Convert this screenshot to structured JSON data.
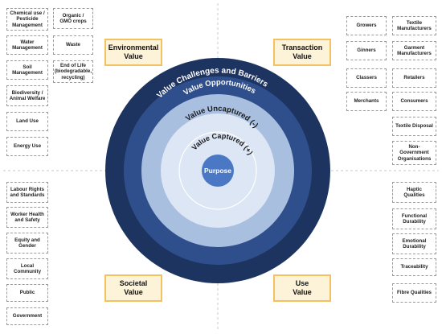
{
  "quadrants": {
    "environmental": "Environmental\nValue",
    "transaction": "Transaction\nValue",
    "societal": "Societal\nValue",
    "use": "Use\nValue"
  },
  "rings": {
    "challenges": "Value Challenges and Barriers",
    "opportunities": "Value Opportunities",
    "uncaptured": "Value Uncaptured (-)",
    "captured": "Value Captured (+)",
    "purpose": "Purpose"
  },
  "left_top_col1": [
    "Chemical use /\nPesticide\nManagement",
    "Water\nManagement",
    "Soil\nManagement",
    "Biodiversity /\nAnimal Welfare",
    "Land Use",
    "Energy Use"
  ],
  "left_top_col2": [
    "Organic /\nGMO crops",
    "Waste",
    "End of Life\n(biodegradable,\nrecycling)"
  ],
  "left_bottom": [
    "Labour Rights\nand Standards",
    "Worker Health\nand Safety",
    "Equity and\nGender",
    "Local\nCommunity",
    "Public",
    "Government"
  ],
  "right_top_col1": [
    "Growers",
    "Ginners",
    "Classers",
    "Merchants"
  ],
  "right_top_col2": [
    "Textile\nManufacturers",
    "Garment\nManufacturers",
    "Retailers",
    "Consumers",
    "Textile Disposal",
    "Non-\nGovernment\nOrganisations"
  ],
  "right_bottom": [
    "Haptic\nQualities",
    "Functional\nDurability",
    "Emotional\nDurability",
    "Traceability",
    "Fibre Qualities"
  ],
  "colors": {
    "ring_outer": "#1d3461",
    "ring_2": "#2f4f8c",
    "ring_3": "#a9bfe0",
    "ring_4": "#dce6f5",
    "core": "#4a78c4",
    "quadrant_fill": "#fdf3d8",
    "quadrant_border": "#f1c25f"
  }
}
